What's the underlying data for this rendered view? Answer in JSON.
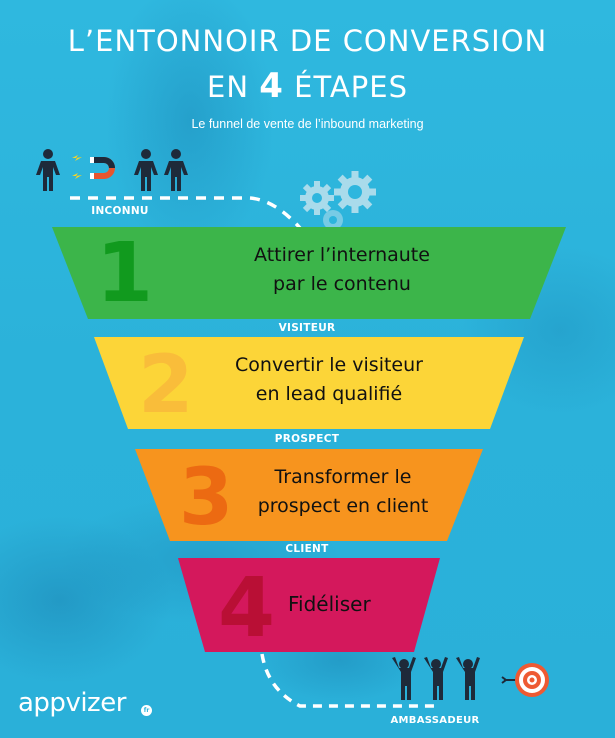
{
  "header": {
    "title_line1": "L’ENTONNOIR DE CONVERSION",
    "title_line2_prefix": "EN ",
    "title_line2_number": "4",
    "title_line2_suffix": " ÉTAPES",
    "subtitle": "Le funnel de vente de l’inbound marketing"
  },
  "stages": {
    "start": "INCONNU",
    "after_1": "VISITEUR",
    "after_2": "PROSPECT",
    "after_3": "CLIENT",
    "end": "AMBASSADEUR"
  },
  "funnel": [
    {
      "number": "1",
      "line1": "Attirer l’internaute",
      "line2": "par le contenu",
      "color": "#3cb54a",
      "number_color": "#119a1e"
    },
    {
      "number": "2",
      "line1": "Convertir le visiteur",
      "line2": "en lead qualifié",
      "color": "#fcd538",
      "number_color": "#f9bd3a"
    },
    {
      "number": "3",
      "line1": "Transformer le",
      "line2": "prospect en client",
      "color": "#f7941e",
      "number_color": "#ec6a12"
    },
    {
      "number": "4",
      "line1": "Fidéliser",
      "line2": "",
      "color": "#d4185c",
      "number_color": "#b90f35"
    }
  ],
  "icons": {
    "start_group": [
      "person-icon",
      "lightning-icon",
      "magnet-icon",
      "person-icon",
      "person-icon"
    ],
    "gears": "gears-icon",
    "end_group": [
      "cheering-person-icon",
      "cheering-person-icon",
      "cheering-person-icon",
      "target-icon"
    ]
  },
  "brand": {
    "logo_text": "appvizer",
    "logo_badge": "fr"
  },
  "colors": {
    "background": "#2eb6de",
    "text_light": "#ffffff",
    "text_dark": "#111111"
  }
}
